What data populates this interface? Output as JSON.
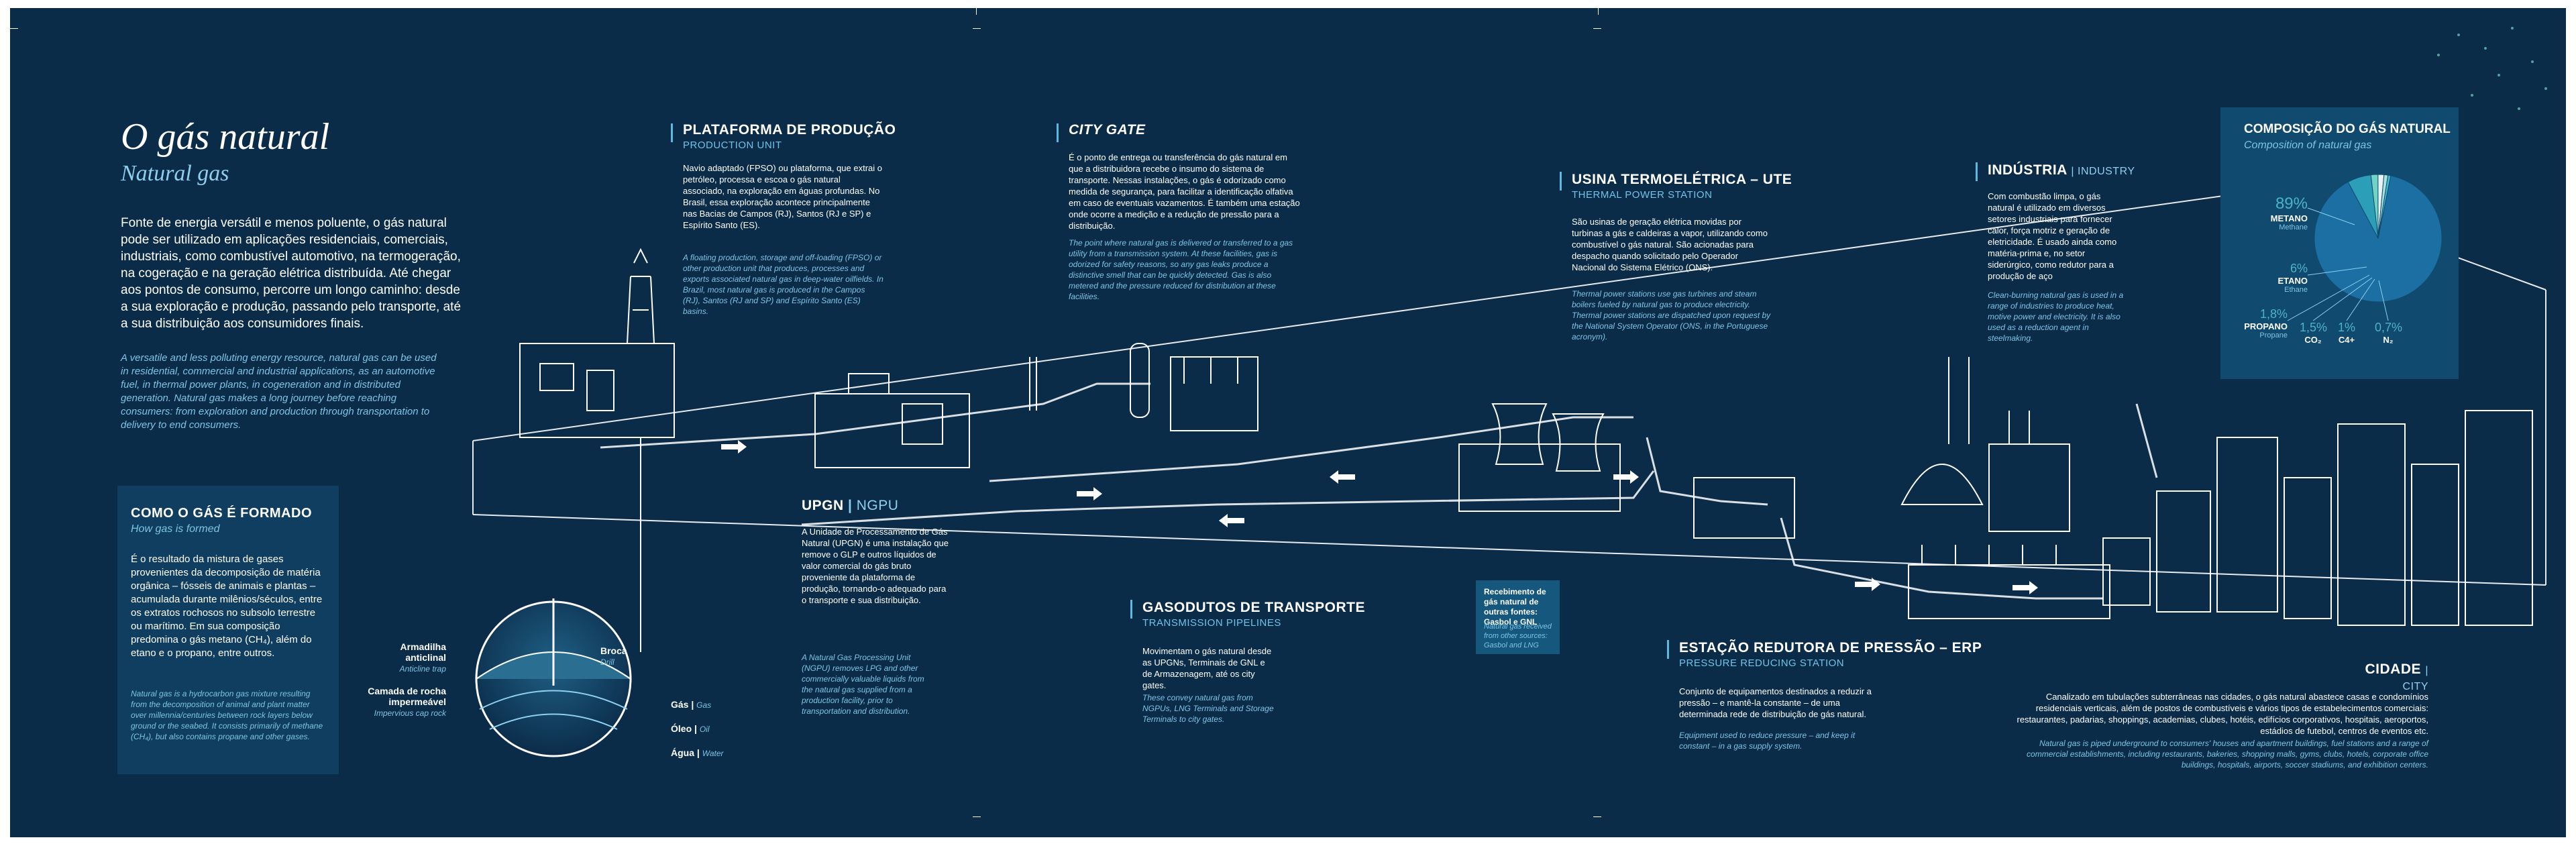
{
  "title": {
    "pt": "O gás natural",
    "en": "Natural gas"
  },
  "intro": {
    "pt": "Fonte de energia versátil e menos poluente, o gás natural pode ser utilizado em aplicações residenciais, comerciais, industriais, como combustível automotivo, na termogeração, na cogeração e na geração elétrica distribuída. Até chegar aos pontos de consumo, percorre um longo caminho: desde a sua exploração e produção, passando pelo transporte, até a sua distribuição aos consumidores finais.",
    "en": "A versatile and less polluting energy resource, natural gas can be used in residential, commercial and industrial applications, as an automotive fuel, in thermal power plants, in cogeneration and in distributed generation. Natural gas makes a long journey before reaching consumers: from exploration and production through transportation to delivery to end consumers."
  },
  "formation": {
    "title": "COMO O GÁS É FORMADO",
    "title_en": "How gas is formed",
    "pt": "É o resultado da mistura de gases provenientes da decomposição de matéria orgânica – fósseis de animais e plantas – acumulada durante milênios/séculos, entre os extratos rochosos no subsolo terrestre ou marítimo. Em sua composição predomina o gás metano (CH₄), além do etano e o propano, entre outros.",
    "en": "Natural gas is a hydrocarbon gas mixture resulting from the decomposition of animal and plant matter over millennia/centuries between rock layers below ground or the seabed. It consists primarily of methane (CH₄), but also contains propane and other gases."
  },
  "reservoir": {
    "anticline": "Armadilha anticlinal",
    "anticline_en": "Anticline trap",
    "caprock": "Camada de rocha impermeável",
    "caprock_en": "Impervious cap rock",
    "drill": "Broca",
    "drill_en": "Drill",
    "gas": "Gás",
    "gas_en": "Gas",
    "oil": "Óleo",
    "oil_en": "Oil",
    "water": "Água",
    "water_en": "Water"
  },
  "platform": {
    "title": "PLATAFORMA DE PRODUÇÃO",
    "sub": "PRODUCTION UNIT",
    "pt": "Navio adaptado (FPSO) ou plataforma, que extrai o petróleo, processa e escoa o gás natural associado, na exploração em águas profundas. No Brasil, essa exploração acontece principalmente nas Bacias de Campos (RJ), Santos (RJ e SP) e Espírito Santo (ES).",
    "en": "A floating production, storage and off-loading (FPSO) or other production unit that produces, processes and exports associated natural gas in deep-water oilfields. In Brazil, most natural gas is produced in the Campos (RJ), Santos (RJ and SP) and Espírito Santo (ES) basins."
  },
  "upgn": {
    "title": "UPGN",
    "title_light": "NGPU",
    "pt": "A Unidade de Processamento de Gás Natural (UPGN) é uma instalação que remove o GLP e outros líquidos de valor comercial do gás bruto proveniente da plataforma de produção, tornando-o adequado para o transporte e sua distribuição.",
    "en": "A Natural Gas Processing Unit (NGPU) removes LPG and other commercially valuable liquids from the natural gas supplied from a production facility, prior to transportation and distribution."
  },
  "citygate": {
    "title": "CITY GATE",
    "pt": "É o ponto de entrega ou transferência do gás natural em que a distribuidora recebe o insumo do sistema de transporte. Nessas instalações, o gás é odorizado como medida de segurança, para facilitar a identificação olfativa em caso de eventuais vazamentos. É também uma estação onde ocorre a medição e a redução de pressão para a distribuição.",
    "en": "The point where natural gas is delivered or transferred to a gas utility from a transmission system. At these facilities, gas is odorized for safety reasons, so any gas leaks produce a distinctive smell that can be quickly detected. Gas is also metered and the pressure reduced for distribution at these facilities."
  },
  "pipelines": {
    "title": "GASODUTOS DE TRANSPORTE",
    "sub": "TRANSMISSION PIPELINES",
    "pt": "Movimentam o gás natural desde as UPGNs, Terminais de GNL e de Armazenagem, até os city gates.",
    "en": "These convey natural gas from NGPUs, LNG Terminals and Storage Terminals to city gates."
  },
  "received": {
    "pt": "Recebimento de gás natural de outras fontes: Gasbol e GNL",
    "en": "Natural gas received from other sources: Gasbol and LNG"
  },
  "thermal": {
    "title": "USINA TERMOELÉTRICA – UTE",
    "sub": "THERMAL POWER STATION",
    "pt": "São usinas de geração elétrica movidas por turbinas a gás e caldeiras a vapor, utilizando como combustível o gás natural. São acionadas para despacho quando solicitado pelo Operador Nacional do Sistema Elétrico (ONS).",
    "en": "Thermal power stations use gas turbines and steam boilers fueled by natural gas to produce electricity. Thermal power stations are dispatched upon request by the National System Operator (ONS, in the Portuguese acronym)."
  },
  "erp": {
    "title": "ESTAÇÃO REDUTORA DE PRESSÃO – ERP",
    "sub": "PRESSURE REDUCING STATION",
    "pt": "Conjunto de equipamentos destinados a reduzir a pressão – e mantê-la constante – de uma determinada rede de distribuição de gás natural.",
    "en": "Equipment used to reduce pressure – and keep it constant – in a gas supply system."
  },
  "industry": {
    "title": "INDÚSTRIA",
    "title_light": "INDUSTRY",
    "pt": "Com combustão limpa, o gás natural é utilizado em diversos setores industriais para fornecer calor, força motriz e geração de eletricidade. É usado ainda como matéria-prima e, no setor siderúrgico, como redutor para a produção de aço",
    "en": "Clean-burning natural gas is used in a range of industries to produce heat, motive power and electricity. It is also used as a reduction agent in steelmaking."
  },
  "city": {
    "title": "CIDADE",
    "title_light": "CITY",
    "pt": "Canalizado em tubulações subterrâneas nas cidades, o gás natural abastece casas e condomínios residenciais verticais, além de postos de combustíveis e vários tipos de estabelecimentos comerciais: restaurantes, padarias, shoppings, academias, clubes, hotéis, edifícios corporativos, hospitais, aeroportos, estádios de futebol, centros de eventos etc.",
    "en": "Natural gas is piped underground to consumers' houses and apartment buildings, fuel stations and a range of commercial establishments, including restaurants, bakeries, shopping malls, gyms, clubs, hotels, corporate office buildings, hospitals, airports, soccer stadiums, and exhibition centers."
  },
  "composition": {
    "title": "COMPOSIÇÃO DO GÁS NATURAL",
    "title_en": "Composition of natural gas",
    "items": [
      {
        "pct": "89%",
        "value": 89,
        "name": "METANO",
        "en": "Methane",
        "color": "#1b6fa3"
      },
      {
        "pct": "6%",
        "value": 6,
        "name": "ETANO",
        "en": "Ethane",
        "color": "#2c9fb8"
      },
      {
        "pct": "1,8%",
        "value": 1.8,
        "name": "PROPANO",
        "en": "Propane",
        "color": "#6fd3c6"
      },
      {
        "pct": "1,5%",
        "value": 1.5,
        "name": "CO₂",
        "en": "",
        "color": "#e8f3f5"
      },
      {
        "pct": "1%",
        "value": 1,
        "name": "C4+",
        "en": "",
        "color": "#a9e2dc"
      },
      {
        "pct": "0,7%",
        "value": 0.7,
        "name": "N₂",
        "en": "",
        "color": "#3fbccf"
      }
    ]
  },
  "colors": {
    "background": "#0b2c49",
    "accent": "#5fb8e0",
    "line": "#ffffff"
  }
}
